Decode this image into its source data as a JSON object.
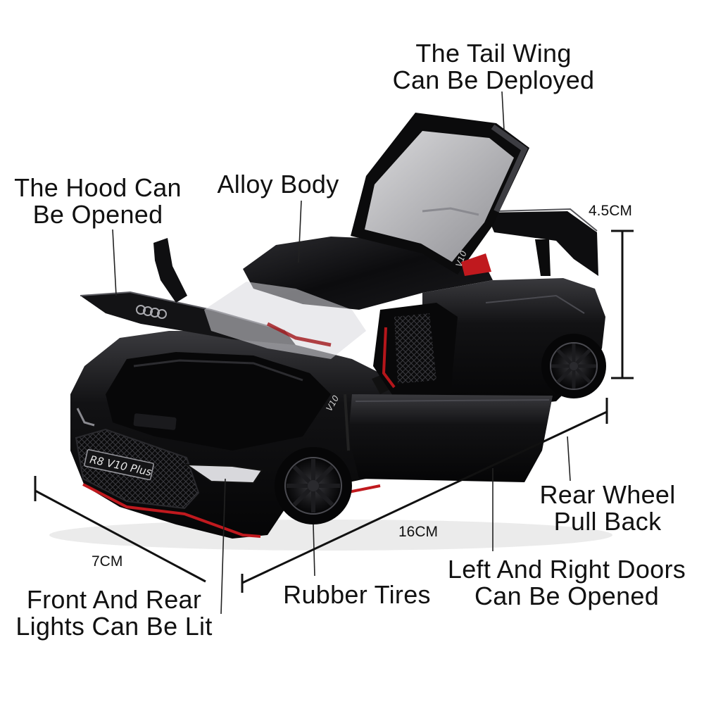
{
  "callouts": {
    "tail_wing": [
      "The Tail Wing",
      "Can Be Deployed"
    ],
    "hood": [
      "The Hood Can",
      "Be Opened"
    ],
    "alloy_body": [
      "Alloy Body"
    ],
    "rear_wheel": [
      "Rear Wheel",
      "Pull Back"
    ],
    "doors": [
      "Left And Right Doors",
      "Can Be Opened"
    ],
    "tires": [
      "Rubber Tires"
    ],
    "lights": [
      "Front And Rear",
      "Lights Can Be Lit"
    ]
  },
  "dimensions": {
    "height": "4.5CM",
    "length": "16CM",
    "width": "7CM"
  },
  "car": {
    "plate": "R8 V10 Plus",
    "side_badge": "V10",
    "body_color": "#0b0b0c",
    "accent_color": "#c0191e"
  }
}
